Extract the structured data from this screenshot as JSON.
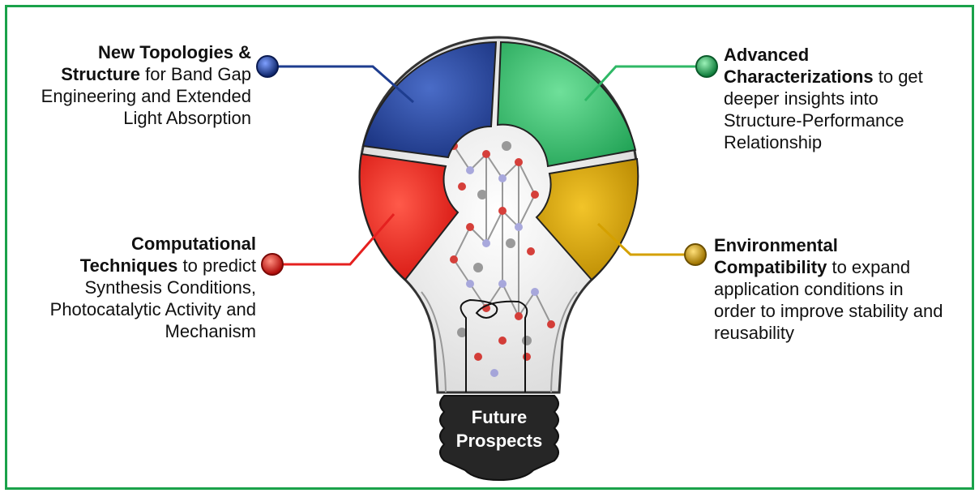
{
  "prospects": {
    "topologies": {
      "bold_line1": "New Topologies &",
      "bold_line2": "Structure",
      "rest_line2": " for Band Gap",
      "line3": "Engineering and Extended",
      "line4": "Light Absorption",
      "color": "#1e3d8f"
    },
    "characterizations": {
      "bold_line1": "Advanced",
      "bold_line2": "Characterizations",
      "rest_line2": " to get",
      "line3": "deeper insights into",
      "line4": "Structure-Performance",
      "line5": "Relationship",
      "color": "#2fb866"
    },
    "computational": {
      "bold_line1": "Computational",
      "bold_line2": "Techniques",
      "rest_line2": " to predict",
      "line3": "Synthesis Conditions,",
      "line4": "Photocatalytic Activity and",
      "line5": "Mechanism",
      "color": "#e5201f"
    },
    "environmental": {
      "bold_line1": "Environmental",
      "bold_line2": "Compatibility",
      "rest_line2": " to expand",
      "line3": "application conditions in",
      "line4": "order to improve stability and",
      "line5": "reusability",
      "color": "#d4a000"
    }
  },
  "center": {
    "line1": "Future",
    "line2": "Prospects"
  },
  "border_color": "#1aa24a"
}
